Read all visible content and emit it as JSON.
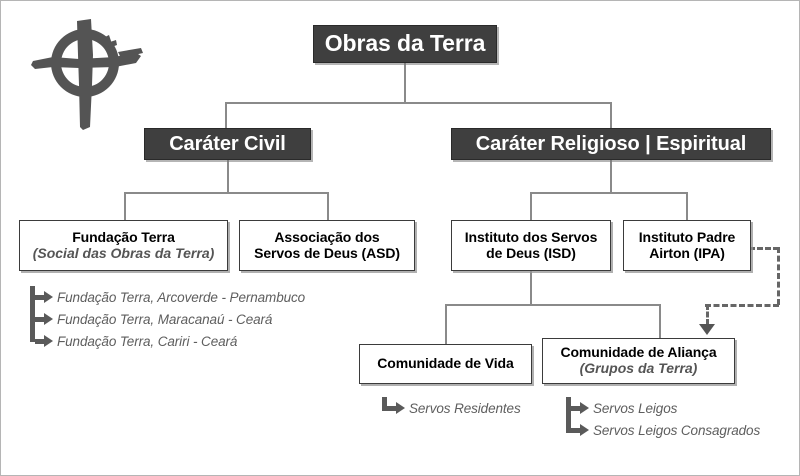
{
  "diagram": {
    "title_text": "Obras da Terra",
    "logo": {
      "name": "cross-circle-logo",
      "alt": "Brush-stroke Celtic cross emblem"
    },
    "root": {
      "label": "Obras da Terra"
    },
    "level2": [
      {
        "id": "civil",
        "label": "Caráter Civil"
      },
      {
        "id": "religioso",
        "label": "Caráter Religioso | Espiritual"
      }
    ],
    "level3": [
      {
        "id": "fundacao",
        "title": "Fundação Terra",
        "subtitle": "(Social das Obras da Terra)"
      },
      {
        "id": "asd",
        "title": "Associação dos",
        "title2": "Servos de Deus (ASD)"
      },
      {
        "id": "isd",
        "title": "Instituto dos Servos",
        "title2": "de Deus (ISD)"
      },
      {
        "id": "ipa",
        "title": "Instituto Padre",
        "title2": "Airton (IPA)"
      }
    ],
    "level4": [
      {
        "id": "vida",
        "title": "Comunidade de Vida"
      },
      {
        "id": "alianca",
        "title": "Comunidade de Aliança",
        "subtitle": "(Grupos da Terra)"
      }
    ],
    "fundacao_units": [
      "Fundação Terra, Arcoverde - Pernambuco",
      "Fundação Terra, Maracanaú - Ceará",
      "Fundação Terra, Cariri - Ceará"
    ],
    "vida_units": [
      "Servos Residentes"
    ],
    "alianca_units": [
      "Servos Leigos",
      "Servos Leigos Consagrados"
    ],
    "colors": {
      "dark_box_bg": "#3f3f3f",
      "dark_box_text": "#ffffff",
      "light_box_bg": "#ffffff",
      "light_box_text": "#000000",
      "connector": "#8a8a8a",
      "arrow": "#5a5a5a",
      "italic_text": "#5e5e5e",
      "dashed_connector": "#666666",
      "page_border": "#b5b5b5"
    }
  }
}
